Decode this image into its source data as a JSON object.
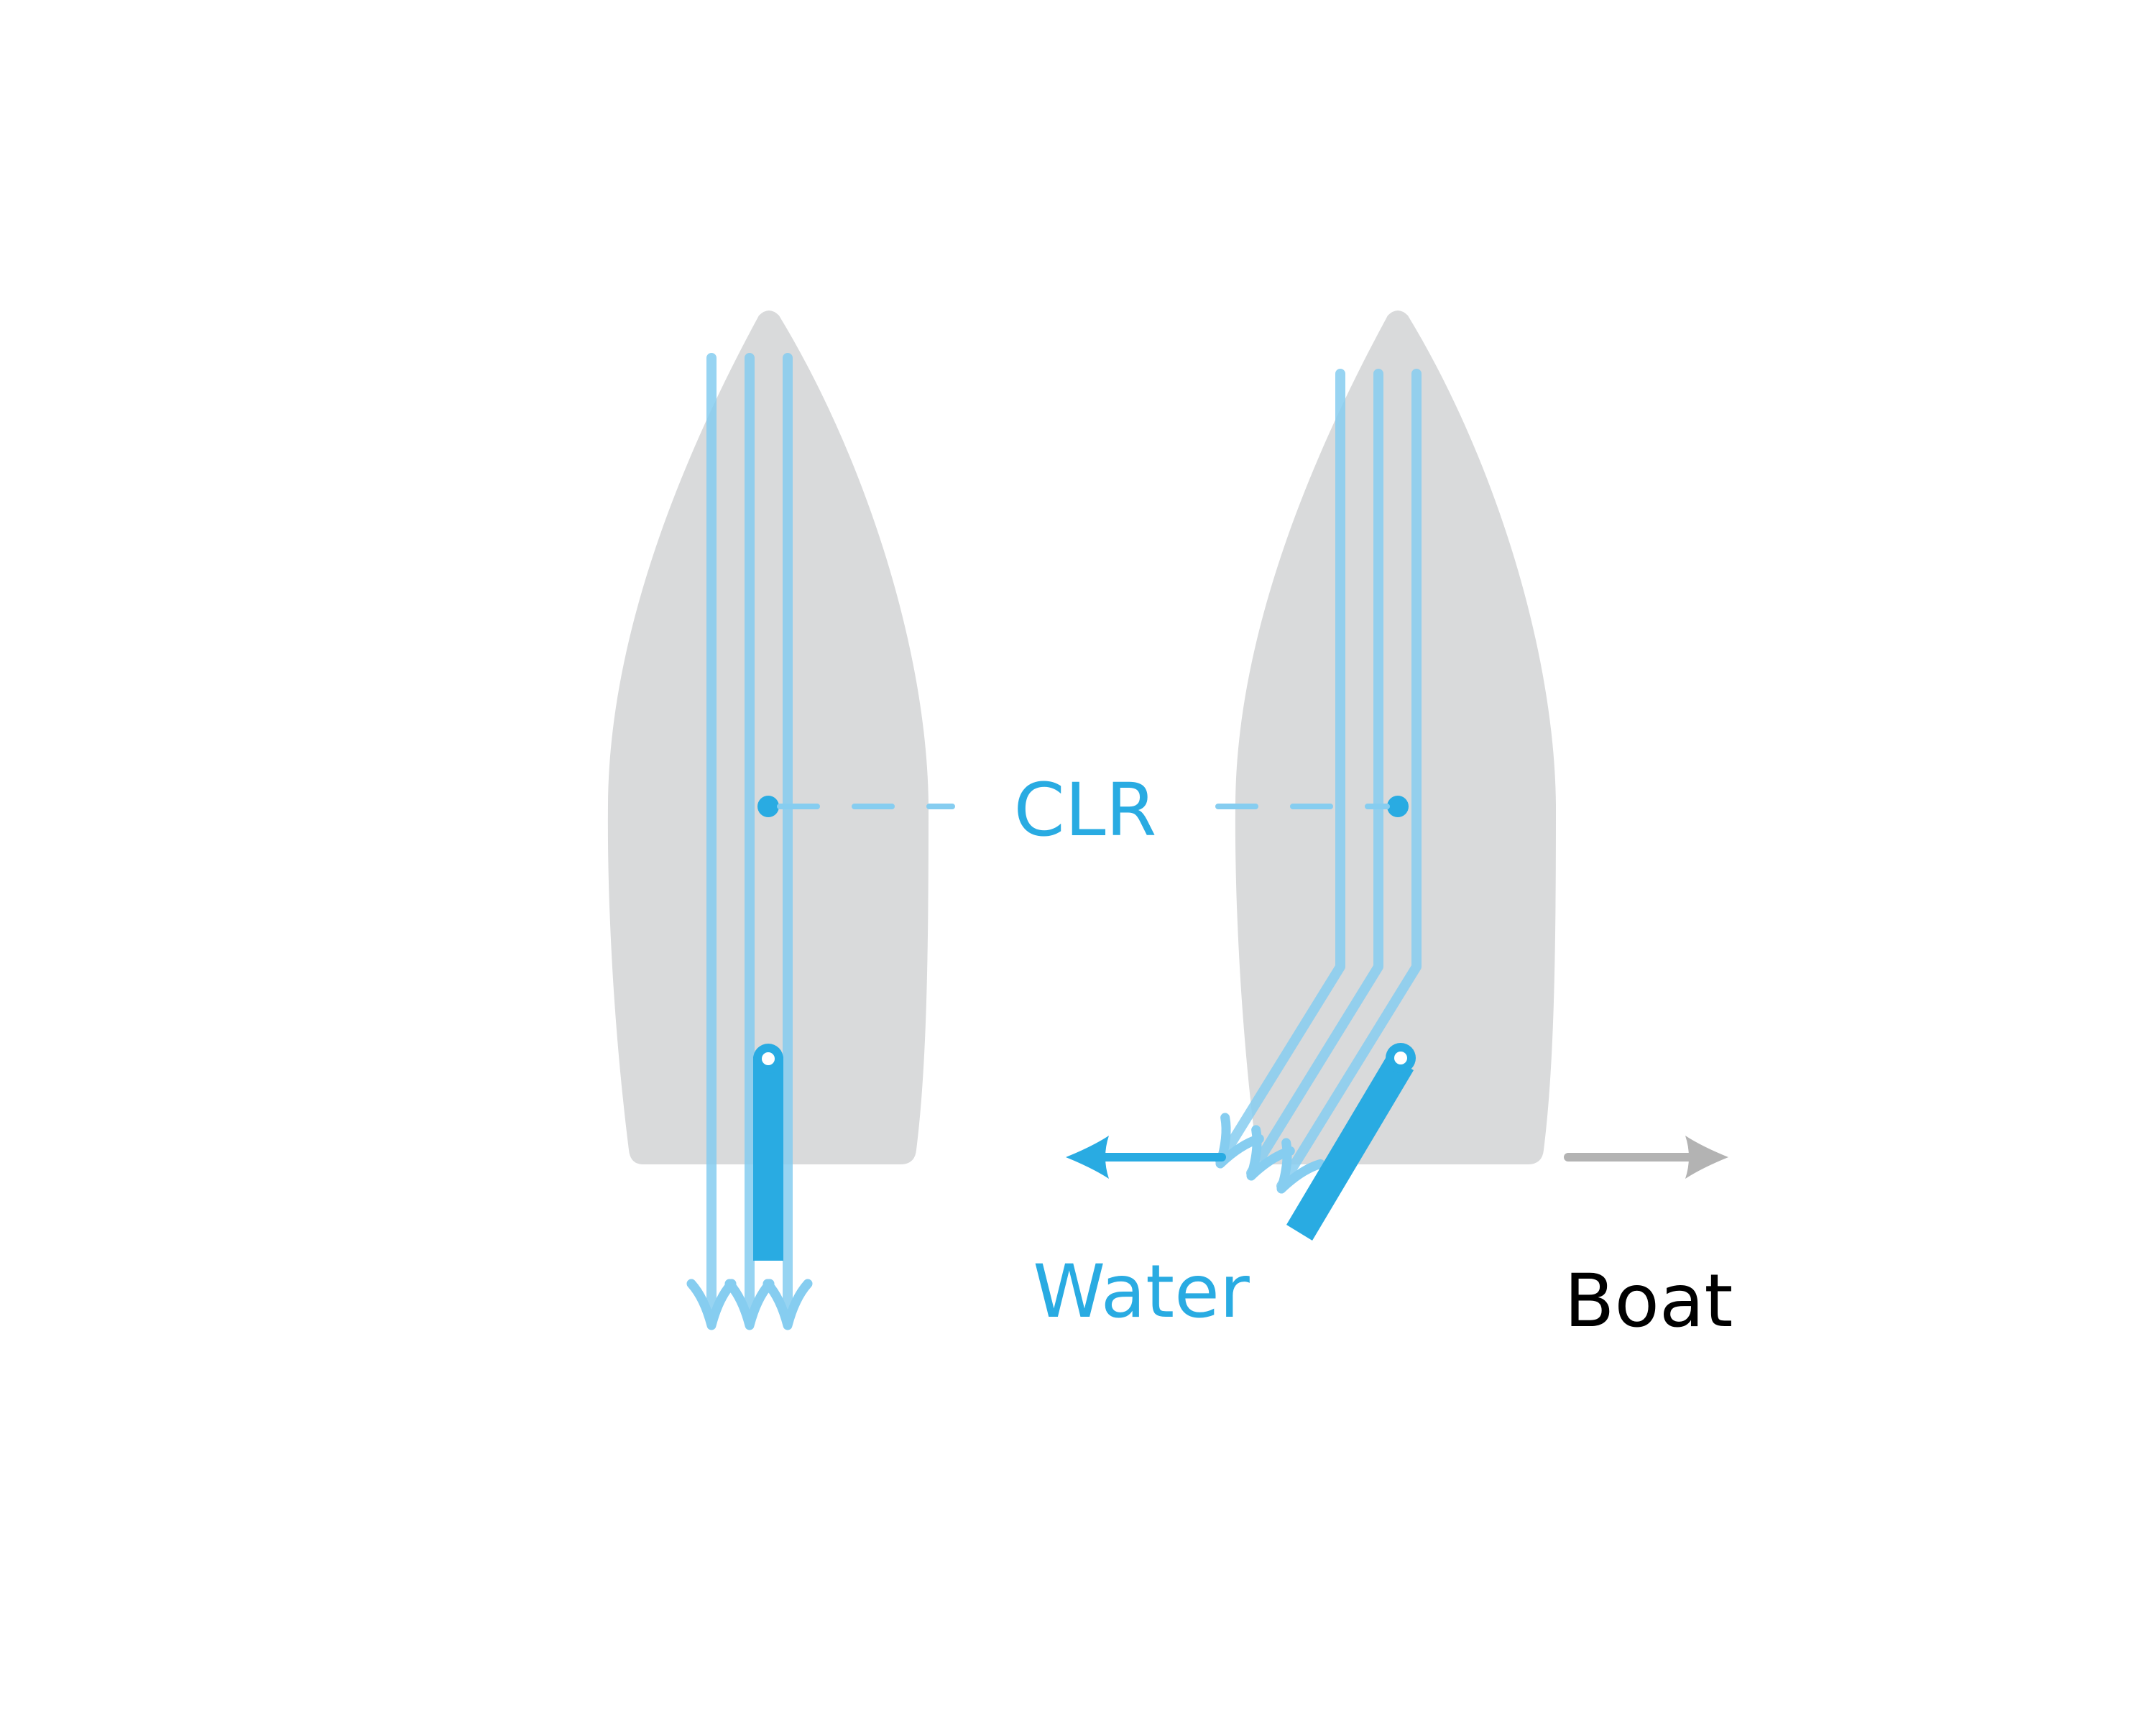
{
  "labels": {
    "clr": "CLR",
    "water": "Water",
    "boat": "Boat"
  },
  "colors": {
    "background": "#ffffff",
    "hull": "#d9dadb",
    "rudder": "#29abe2",
    "flow_line": "#86cdf0",
    "clr_point": "#29abe2",
    "clr_label": "#29abe2",
    "water_label": "#29abe2",
    "water_arrow": "#29abe2",
    "boat_label": "#000000",
    "boat_arrow": "#b3b3b3"
  }
}
